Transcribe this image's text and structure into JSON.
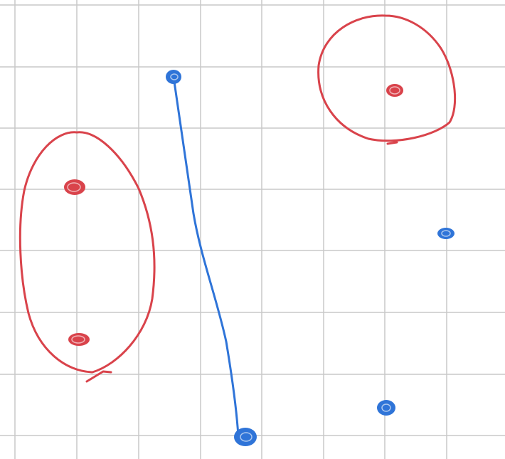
{
  "colors": {
    "background": "#ffffff",
    "grid": "#c9c9c9",
    "red_ink": "#d9434b",
    "blue_ink": "#2f74d8"
  },
  "grid": {
    "visible": true
  },
  "strokes": {
    "red_loops": 2,
    "red_dots": 3,
    "blue_dots": 4,
    "blue_lines": 1
  }
}
